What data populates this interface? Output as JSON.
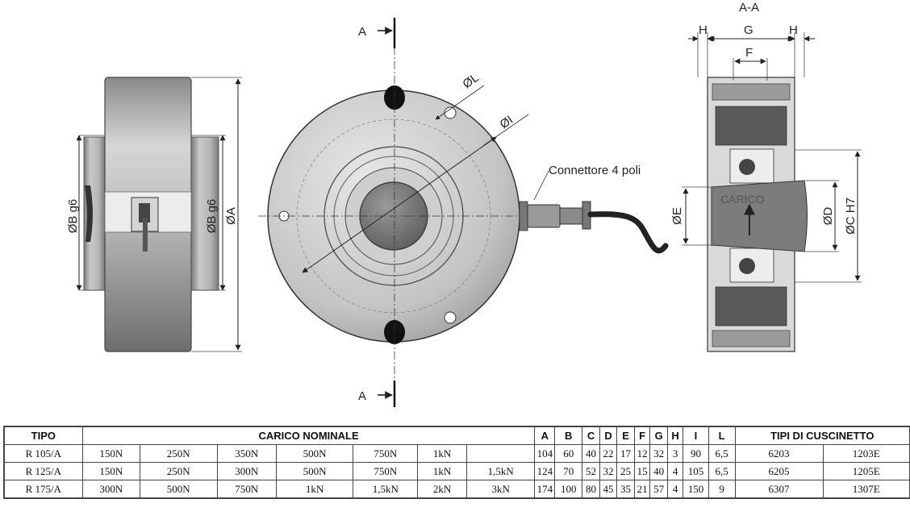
{
  "labels": {
    "section_top": "A",
    "section_bottom": "A",
    "section_view_title": "A-A",
    "dim_b_g6_left": "ØB g6",
    "dim_b_g6_right": "ØB g6",
    "dim_a": "ØA",
    "dim_l": "ØL",
    "dim_i": "ØI",
    "connector": "Connettore 4 poli",
    "dim_h_left": "H",
    "dim_g": "G",
    "dim_h_right": "H",
    "dim_f": "F",
    "dim_e": "ØE",
    "dim_d": "ØD",
    "dim_c_h7": "ØC H7",
    "carico": "CARICO"
  },
  "table": {
    "headers": {
      "tipo": "TIPO",
      "carico_nominale": "CARICO NOMINALE",
      "a": "A",
      "b": "B",
      "c": "C",
      "d": "D",
      "e": "E",
      "f": "F",
      "g": "G",
      "h": "H",
      "i": "I",
      "l": "L",
      "cuscinetto": "TIPI DI CUSCINETTO"
    },
    "rows": [
      {
        "tipo": "R 105/A",
        "carichi": [
          "150N",
          "250N",
          "350N",
          "500N",
          "750N",
          "1kN",
          ""
        ],
        "a": "104",
        "b": "60",
        "c": "40",
        "d": "22",
        "e": "17",
        "f": "12",
        "g": "32",
        "h": "3",
        "i": "90",
        "l": "6,5",
        "cusc1": "6203",
        "cusc2": "1203E"
      },
      {
        "tipo": "R 125/A",
        "carichi": [
          "150N",
          "250N",
          "300N",
          "500N",
          "750N",
          "1kN",
          "1,5kN"
        ],
        "a": "124",
        "b": "70",
        "c": "52",
        "d": "32",
        "e": "25",
        "f": "15",
        "g": "40",
        "h": "4",
        "i": "105",
        "l": "6,5",
        "cusc1": "6205",
        "cusc2": "1205E"
      },
      {
        "tipo": "R 175/A",
        "carichi": [
          "300N",
          "500N",
          "750N",
          "1kN",
          "1,5kN",
          "2kN",
          "3kN"
        ],
        "a": "174",
        "b": "100",
        "c": "80",
        "d": "45",
        "e": "35",
        "f": "21",
        "g": "57",
        "h": "4",
        "i": "150",
        "l": "9",
        "cusc1": "6307",
        "cusc2": "1307E"
      }
    ]
  }
}
